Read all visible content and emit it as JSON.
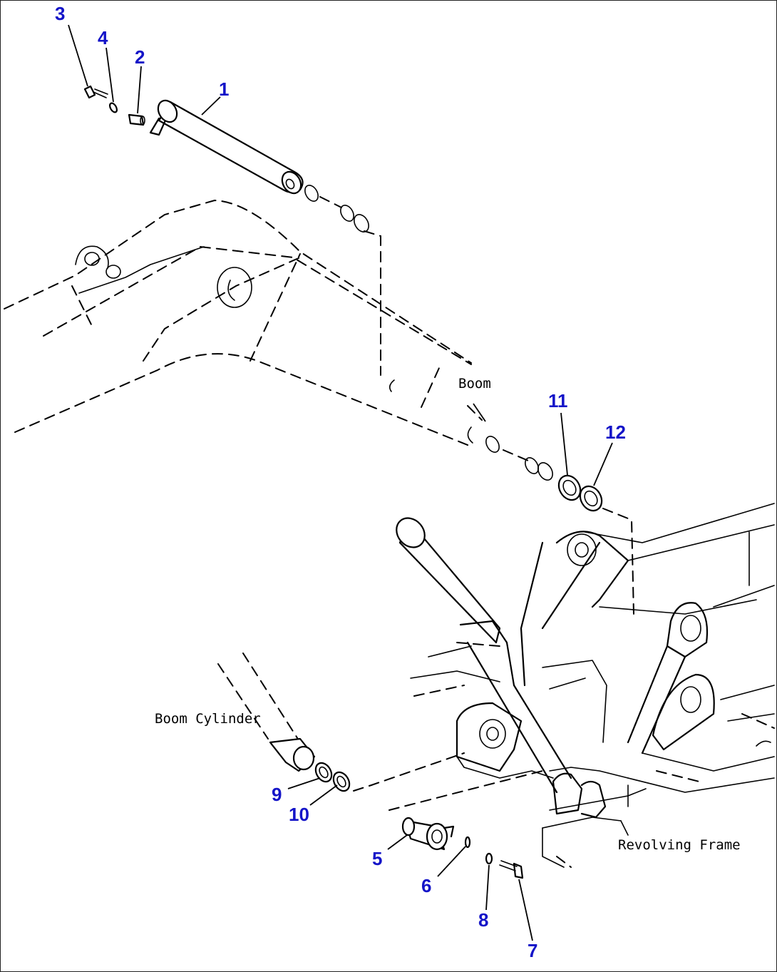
{
  "labels": {
    "boom": "Boom",
    "boom_cylinder": "Boom Cylinder",
    "revolving_frame": "Revolving Frame"
  },
  "callouts": [
    "1",
    "2",
    "3",
    "4",
    "5",
    "6",
    "7",
    "8",
    "9",
    "10",
    "11",
    "12"
  ],
  "colors": {
    "callout": "#1414c8",
    "line": "#000000",
    "background": "#ffffff"
  }
}
